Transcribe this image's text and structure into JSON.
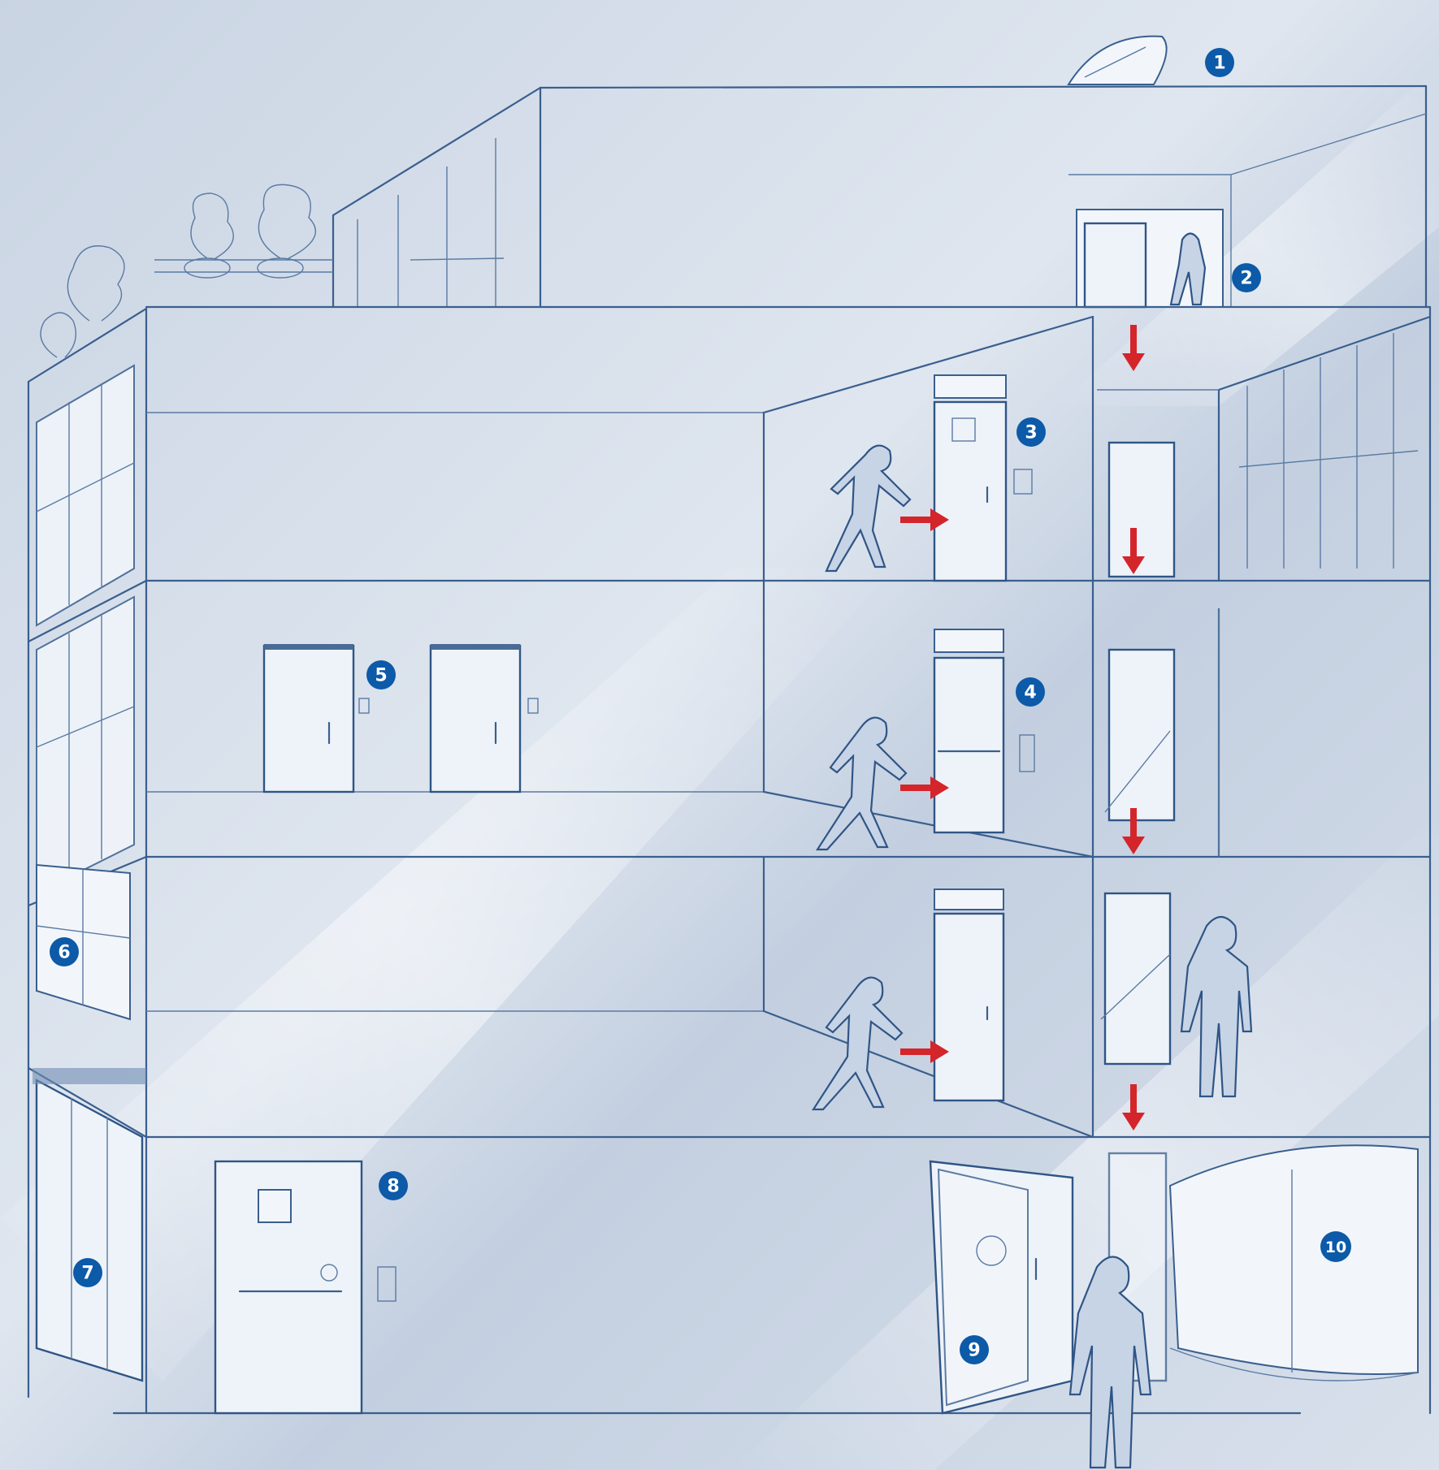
{
  "colors": {
    "background": "#d3dce8",
    "sketch_line": "#3a5f8e",
    "badge": "#0c5aa8",
    "arrow": "#d4252b"
  },
  "callouts": [
    {
      "id": "callout-1",
      "label": "1",
      "icon": "skylight"
    },
    {
      "id": "callout-2",
      "label": "2",
      "icon": "roof-access-door"
    },
    {
      "id": "callout-3",
      "label": "3",
      "icon": "emergency-exit-door"
    },
    {
      "id": "callout-4",
      "label": "4",
      "icon": "panic-bar-exit-door"
    },
    {
      "id": "callout-5",
      "label": "5",
      "icon": "office-doors"
    },
    {
      "id": "callout-6",
      "label": "6",
      "icon": "window"
    },
    {
      "id": "callout-7",
      "label": "7",
      "icon": "sliding-entrance-door"
    },
    {
      "id": "callout-8",
      "label": "8",
      "icon": "exit-door-with-bar"
    },
    {
      "id": "callout-9",
      "label": "9",
      "icon": "accessible-door"
    },
    {
      "id": "callout-10",
      "label": "10",
      "icon": "revolving-door"
    }
  ],
  "arrows": {
    "horizontal_count": 3,
    "vertical_count": 4
  }
}
